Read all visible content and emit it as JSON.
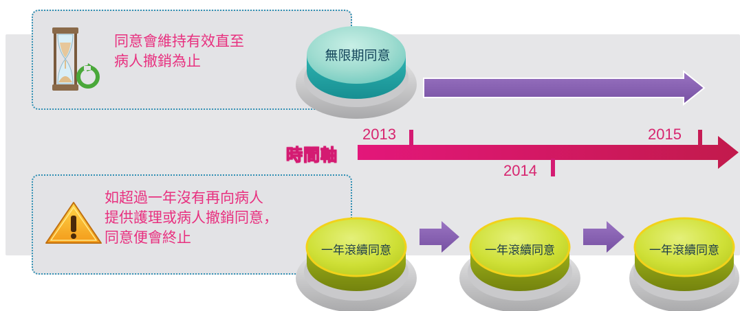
{
  "callouts": {
    "indefinite": {
      "text": "同意會維持有效直至\n病人撤銷為止",
      "icon": "hourglass-icon"
    },
    "annual": {
      "text": "如超過一年沒有再向病人\n提供護理或病人撤銷同意，\n同意便會終止",
      "icon": "warning-icon"
    }
  },
  "buttons": {
    "indefinite": "無限期同意",
    "annual": [
      "一年滾續同意",
      "一年滾續同意",
      "一年滾續同意"
    ]
  },
  "timeline": {
    "title": "時間軸",
    "years": [
      "2013",
      "2014",
      "2015"
    ]
  },
  "colors": {
    "accent_text": "#e8307f",
    "timeline_arrow": "#d41b72",
    "process_arrow": "#8a63b0",
    "indefinite_button": "#3ec2c0",
    "annual_button": "#c5d92a",
    "callout_border": "#2f8fb3"
  }
}
